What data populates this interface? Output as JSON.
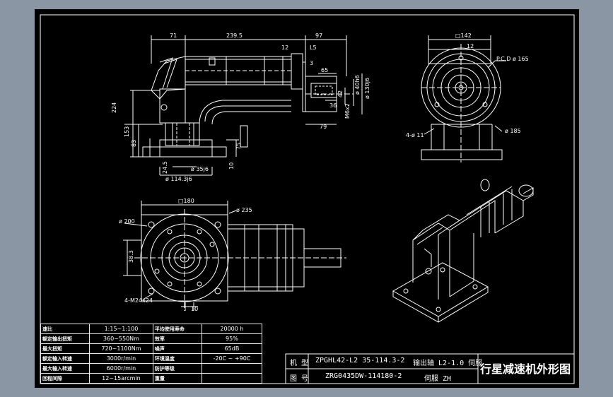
{
  "drawing": {
    "title": "行星减速机外形图",
    "model_top": "ZPGHL42-L2 35-114.3-2",
    "model_top_suffix": "输出轴 L2-1.0 伺服",
    "model_bottom": "ZRG0435DW-114180-2",
    "model_bottom_suffix": "伺服 ZH",
    "label_top": "机 型",
    "label_bottom": "图 号"
  },
  "spec_table": {
    "rows": [
      {
        "k1": "速比",
        "v1": "1:15~1:100",
        "k2": "平均使用寿命",
        "v2": "20000 h"
      },
      {
        "k1": "额定输出扭矩",
        "v1": "360~550Nm",
        "k2": "效率",
        "v2": "95%"
      },
      {
        "k1": "最大扭矩",
        "v1": "720~1100Nm",
        "k2": "噪声",
        "v2": "65dB"
      },
      {
        "k1": "额定输入转速",
        "v1": "3000r/min",
        "k2": "环境温度",
        "v2": "-20C ~ +90C"
      },
      {
        "k1": "最大输入转速",
        "v1": "6000r/min",
        "k2": "防护等级",
        "v2": ""
      },
      {
        "k1": "回程间隙",
        "v1": "12~15arcmin",
        "k2": "重量",
        "v2": ""
      }
    ]
  },
  "dimensions": {
    "d71": "71",
    "d2395": "239.5",
    "d97": "97",
    "d12a": "12",
    "d15": "L5",
    "d3": "3",
    "d65": "65",
    "d36": "36",
    "d79": "79",
    "d224": "224",
    "d153": "153",
    "d83": "83",
    "d75": "75",
    "d245": "24.5",
    "d10a": "10",
    "phi356": "ø 35j6",
    "phi11436": "ø 114.3j6",
    "phi40": "ø 40h6",
    "phi130": "ø 130j6",
    "m6x2": "M6x2",
    "d42": "42",
    "box142": "□142",
    "d12b": "12",
    "pcd": "P.C.D ø 165",
    "phi185": "ø 185",
    "holes4": "4-ø 11",
    "box180": "□180",
    "phi235": "ø 235",
    "phi200": "ø 200",
    "d383": "38.3",
    "m24": "4-M24x24",
    "d10b": "10"
  }
}
